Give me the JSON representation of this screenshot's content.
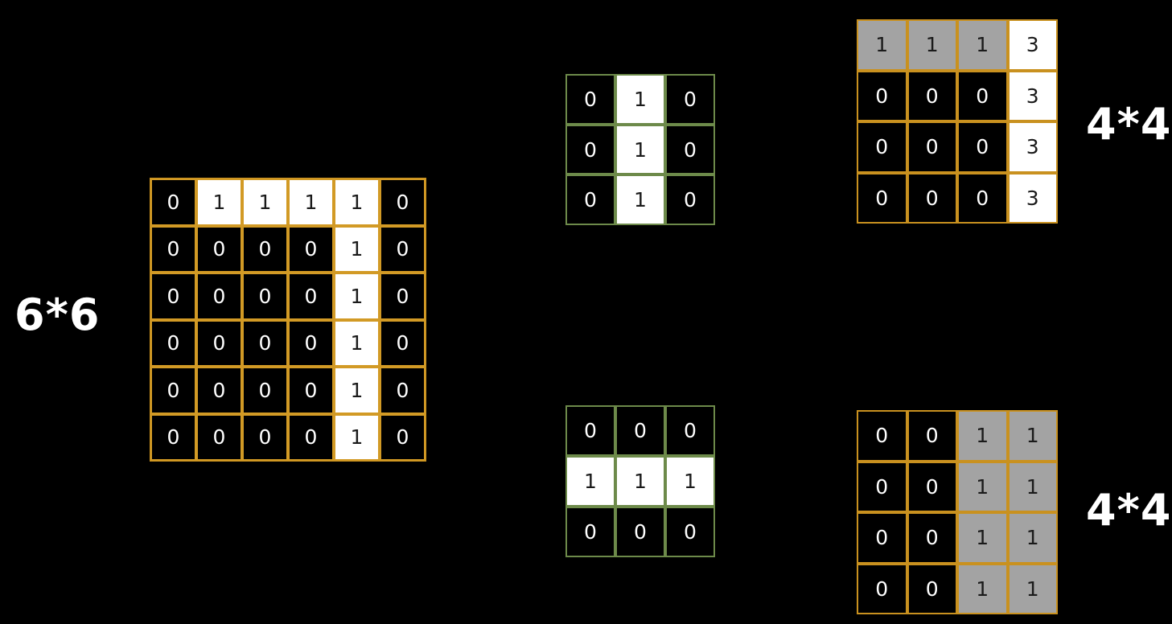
{
  "input": {
    "label": "6*6",
    "rows": [
      [
        0,
        1,
        1,
        1,
        1,
        0
      ],
      [
        0,
        0,
        0,
        0,
        1,
        0
      ],
      [
        0,
        0,
        0,
        0,
        1,
        0
      ],
      [
        0,
        0,
        0,
        0,
        1,
        0
      ],
      [
        0,
        0,
        0,
        0,
        1,
        0
      ],
      [
        0,
        0,
        0,
        0,
        1,
        0
      ]
    ]
  },
  "filter_vertical": {
    "rows": [
      [
        0,
        1,
        0
      ],
      [
        0,
        1,
        0
      ],
      [
        0,
        1,
        0
      ]
    ]
  },
  "filter_horizontal": {
    "rows": [
      [
        0,
        0,
        0
      ],
      [
        1,
        1,
        1
      ],
      [
        0,
        0,
        0
      ]
    ]
  },
  "output_top": {
    "label": "4*4",
    "rows": [
      [
        1,
        1,
        1,
        3
      ],
      [
        0,
        0,
        0,
        3
      ],
      [
        0,
        0,
        0,
        3
      ],
      [
        0,
        0,
        0,
        3
      ]
    ]
  },
  "output_bottom": {
    "label": "4*4",
    "rows": [
      [
        0,
        0,
        1,
        1
      ],
      [
        0,
        0,
        1,
        1
      ],
      [
        0,
        0,
        1,
        1
      ],
      [
        0,
        0,
        1,
        1
      ]
    ]
  },
  "colors": {
    "background": "#000000",
    "cell_zero": "#000000",
    "cell_one": "#ffffff",
    "cell_partial": "#a3a3a3",
    "cell_max": "#ffffff",
    "input_border": "#d29a25",
    "filter_border": "#6d8a4a",
    "output_border": "#c9911f"
  }
}
